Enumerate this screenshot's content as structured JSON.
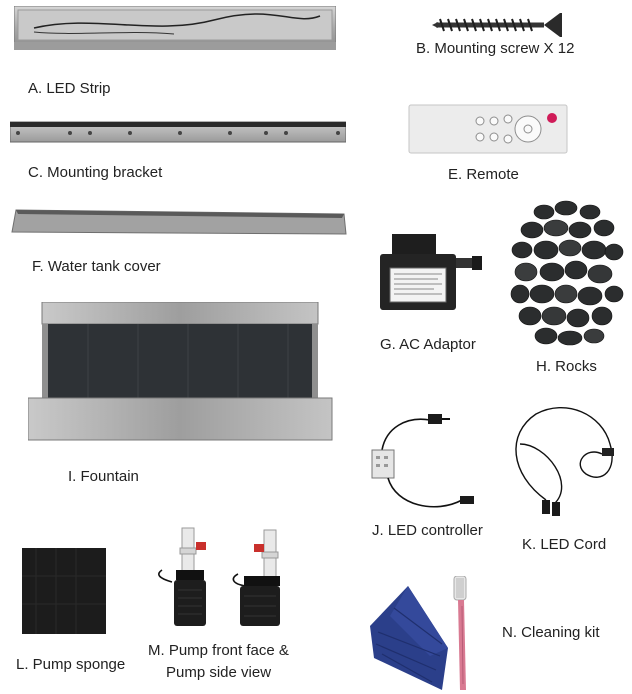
{
  "parts": [
    {
      "id": "a",
      "label": "A. LED Strip"
    },
    {
      "id": "b",
      "label": "B. Mounting screw X 12"
    },
    {
      "id": "c",
      "label": "C. Mounting bracket"
    },
    {
      "id": "e",
      "label": "E. Remote"
    },
    {
      "id": "f",
      "label": "F.  Water tank cover"
    },
    {
      "id": "g",
      "label": "G. AC Adaptor"
    },
    {
      "id": "h",
      "label": "H. Rocks"
    },
    {
      "id": "i",
      "label": "I. Fountain"
    },
    {
      "id": "j",
      "label": "J. LED controller"
    },
    {
      "id": "k",
      "label": "K. LED Cord"
    },
    {
      "id": "l",
      "label": "L. Pump sponge"
    },
    {
      "id": "m",
      "label": "M. Pump front face &",
      "label_line2": "Pump side view"
    },
    {
      "id": "n",
      "label": "N. Cleaning kit"
    }
  ],
  "colors": {
    "steel": "#b9b9b9",
    "dark_panel": "#2b2f33",
    "cloth": "#2b3f8a",
    "brush": "#d97a92",
    "valve": "#c9302c"
  }
}
